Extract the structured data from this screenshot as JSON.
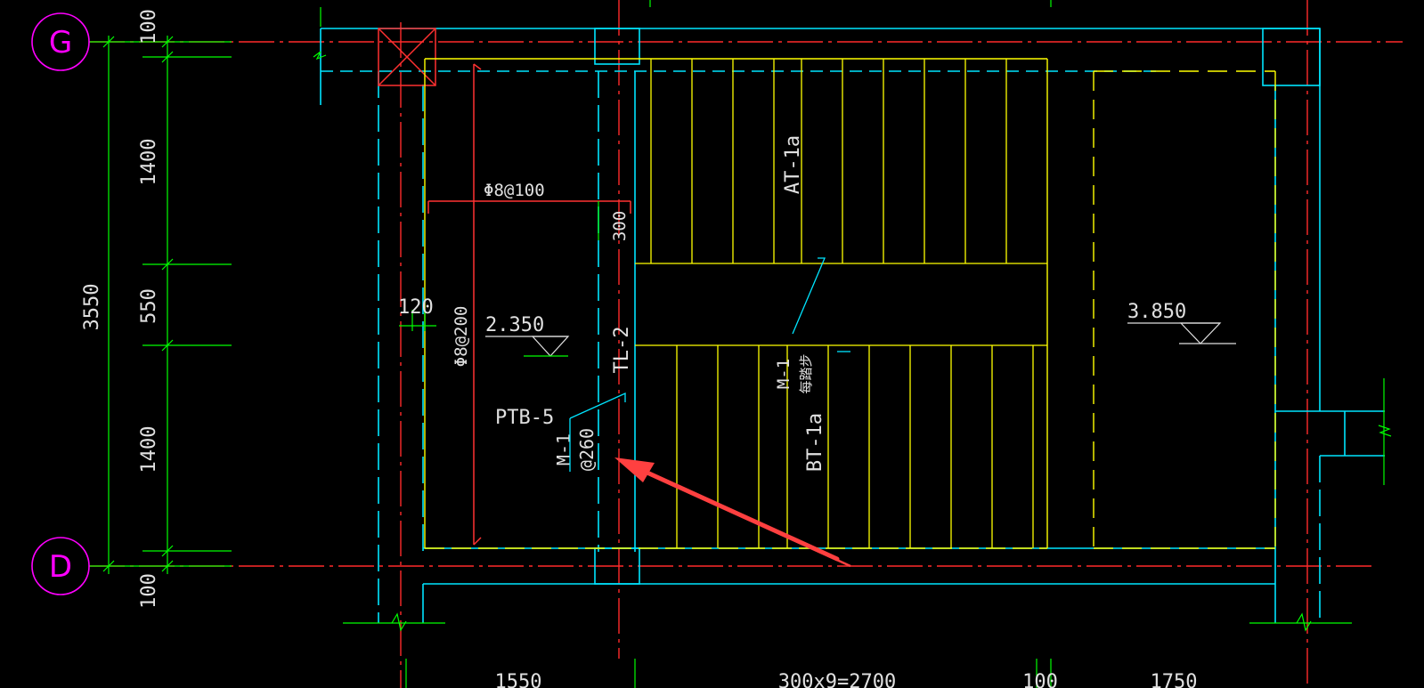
{
  "colors": {
    "background": "#000000",
    "dimension": "#00ff00",
    "wall": "#00ffff",
    "stair": "#ffff00",
    "axis": "#ff2a2a",
    "rebar": "#ff3333",
    "grid_bubble": "#ff00ff",
    "text": "#e0e0e0",
    "arrow": "#ff4040"
  },
  "grid": {
    "G": "G",
    "D": "D"
  },
  "left_dimensions": {
    "total": "3550",
    "segments": [
      "100",
      "1400",
      "550",
      "1400",
      "100"
    ]
  },
  "bottom_dimensions": [
    "1550",
    "300x9=2700",
    "100",
    "1750"
  ],
  "labels": {
    "stair_upper": "AT-1a",
    "stair_lower": "BT-1a",
    "beam": "TL-2",
    "slab": "PTB-5",
    "rebar_top": "Φ8@100",
    "rebar_side": "Φ8@200",
    "dim_300": "300",
    "dim_120": "120",
    "elev_left": "2.350",
    "elev_right": "3.850",
    "m1_left": "M-1",
    "m1_left_spacing": "@260",
    "m1_center": "M-1",
    "m1_center_note": "每踏步"
  },
  "annotation": {
    "arrow_icon": "arrow-pointer-icon"
  }
}
